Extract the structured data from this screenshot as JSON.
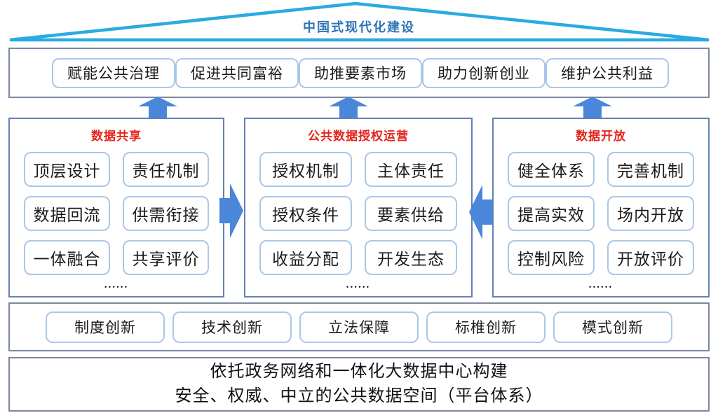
{
  "colors": {
    "roof_outline": "#29ABE2",
    "roof_title_blue": "#2E75B6",
    "arrow_blue": "#4A86D9",
    "chip_border_light_blue": "#A9C7E9",
    "panel_border_blue": "#6580B4",
    "band_border_gray_blue": "#7B87A2",
    "panel_title_red": "#E5231B",
    "text_black": "#1A1A1A"
  },
  "roof": {
    "title": "中国式现代化建设"
  },
  "benefits": {
    "items": [
      "赋能公共治理",
      "促进共同富裕",
      "助推要素市场",
      "助力创新创业",
      "维护公共利益"
    ]
  },
  "panels": [
    {
      "title": "数据共享",
      "items": [
        "顶层设计",
        "责任机制",
        "数据回流",
        "供需衔接",
        "一体融合",
        "共享评价"
      ],
      "dots": "......"
    },
    {
      "title": "公共数据授权运营",
      "items": [
        "授权机制",
        "主体责任",
        "授权条件",
        "要素供给",
        "收益分配",
        "开发生态"
      ],
      "dots": "......"
    },
    {
      "title": "数据开放",
      "items": [
        "健全体系",
        "完善机制",
        "提高实效",
        "场内开放",
        "控制风险",
        "开放评价"
      ],
      "dots": "......"
    }
  ],
  "innovations": {
    "items": [
      "制度创新",
      "技术创新",
      "立法保障",
      "标椎创新",
      "模式创新"
    ]
  },
  "foundation": {
    "line1": "依托政务网络和一体化大数据中心构建",
    "line2": "安全、权威、中立的公共数据空间（平台体系）"
  }
}
